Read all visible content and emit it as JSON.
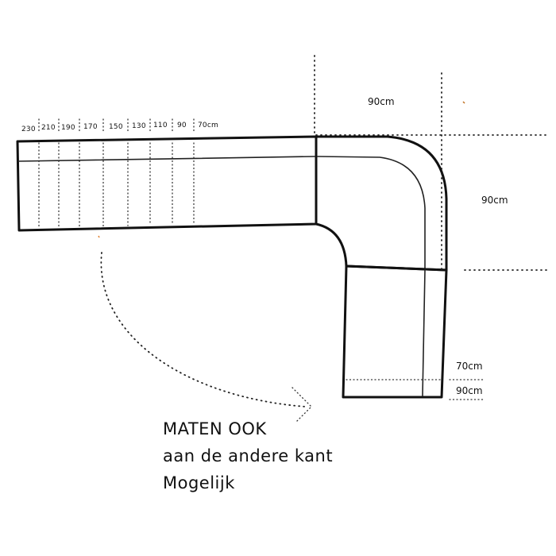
{
  "top_scale": {
    "labels": [
      "230",
      "210",
      "190",
      "170",
      "150",
      "130",
      "110",
      "90",
      "70cm"
    ]
  },
  "dimensions": {
    "corner_width": "90cm",
    "corner_depth": "90cm",
    "end_70": "70cm",
    "end_90": "90cm"
  },
  "note": {
    "line1": "MATEN OOK",
    "line2": "aan de andere kant",
    "line3": "Mogelijk"
  },
  "colors": {
    "ink": "#111111",
    "background": "#ffffff"
  }
}
